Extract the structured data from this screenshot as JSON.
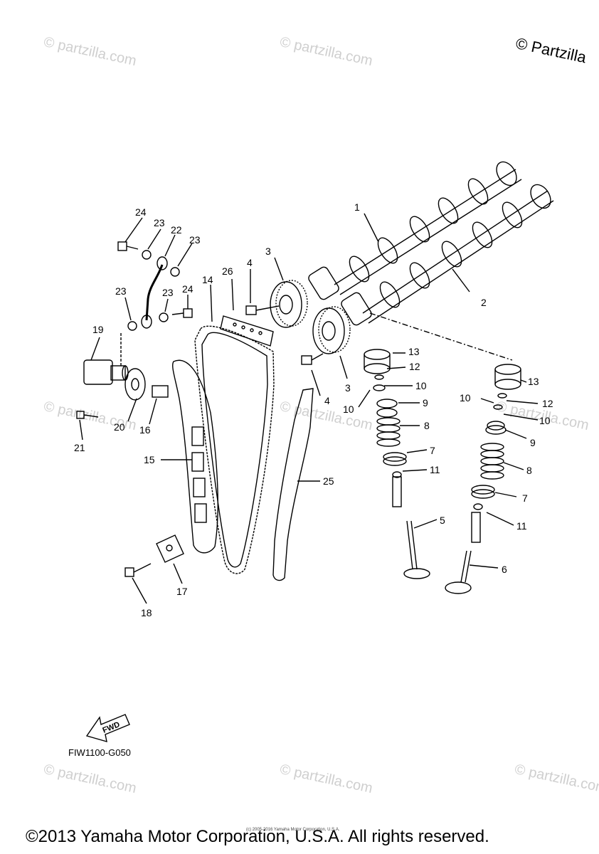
{
  "corner_mark": "© Partzilla",
  "watermark_text": "© partzilla.com",
  "figure_code": "FIW1100-G050",
  "fwd_label": "FWD",
  "copyright": "©2013 Yamaha Motor Corporation, U.S.A. All rights reserved.",
  "tiny_copyright": "(c) 2005-2016 Yamaha Motor Corporation, U.S.A.",
  "callouts": {
    "c1": "1",
    "c2": "2",
    "c3a": "3",
    "c3b": "3",
    "c4a": "4",
    "c4b": "4",
    "c5": "5",
    "c6": "6",
    "c7a": "7",
    "c7b": "7",
    "c8a": "8",
    "c8b": "8",
    "c9a": "9",
    "c9b": "9",
    "c10a": "10",
    "c10b": "10",
    "c10c": "10",
    "c10d": "10",
    "c11a": "11",
    "c11b": "11",
    "c12a": "12",
    "c12b": "12",
    "c13a": "13",
    "c13b": "13",
    "c14": "14",
    "c15": "15",
    "c16": "16",
    "c17": "17",
    "c18": "18",
    "c19": "19",
    "c20": "20",
    "c21": "21",
    "c22": "22",
    "c23a": "23",
    "c23b": "23",
    "c23c": "23",
    "c23d": "23",
    "c24a": "24",
    "c24b": "24",
    "c25": "25",
    "c26": "26"
  },
  "colors": {
    "line": "#000000",
    "watermark": "#cfcfcf",
    "background": "#ffffff"
  }
}
